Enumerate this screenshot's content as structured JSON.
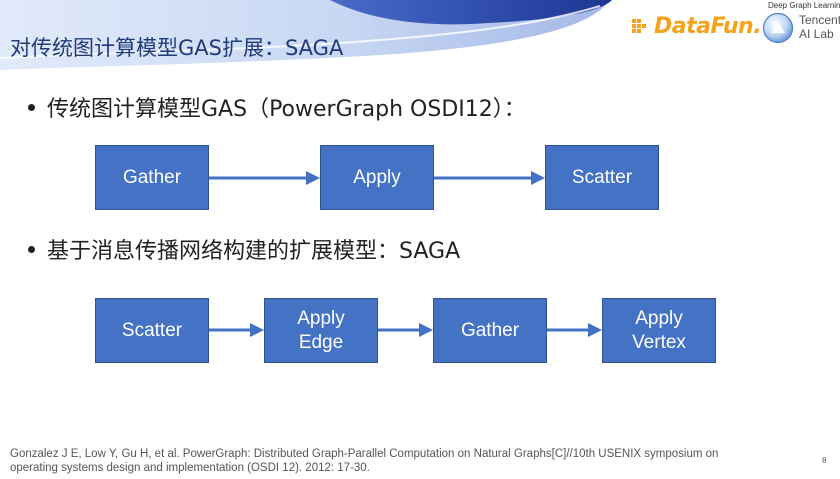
{
  "header": {
    "title": "对传统图计算模型GAS扩展：SAGA"
  },
  "logos": {
    "datafun": {
      "text": "DataFun.",
      "color": "#f5a31a"
    },
    "tencent": {
      "tagline": "Deep Graph Learning",
      "line1": "Tencent",
      "line2": "AI Lab"
    }
  },
  "section_gas": {
    "bullet": "传统图计算模型GAS（PowerGraph  OSDI12）：",
    "steps": [
      "Gather",
      "Apply",
      "Scatter"
    ]
  },
  "section_saga": {
    "bullet": "基于消息传播网络构建的扩展模型：SAGA",
    "steps": [
      {
        "line1": "Scatter",
        "line2": ""
      },
      {
        "line1": "Apply",
        "line2": "Edge"
      },
      {
        "line1": "Gather",
        "line2": ""
      },
      {
        "line1": "Apply",
        "line2": "Vertex"
      }
    ]
  },
  "footer": {
    "reference_line1": "Gonzalez J E, Low Y, Gu H, et al. PowerGraph: Distributed Graph-Parallel Computation on Natural Graphs[C]//10th USENIX symposium on",
    "reference_line2": "operating systems design and implementation (OSDI 12). 2012: 17-30.",
    "page_number": "8"
  },
  "colors": {
    "box_fill": "#4472c4",
    "box_border": "#2f528f",
    "title": "#1f3b7a",
    "swoosh_dark": "#2f4fb0",
    "swoosh_light": "#9bb8ea"
  }
}
